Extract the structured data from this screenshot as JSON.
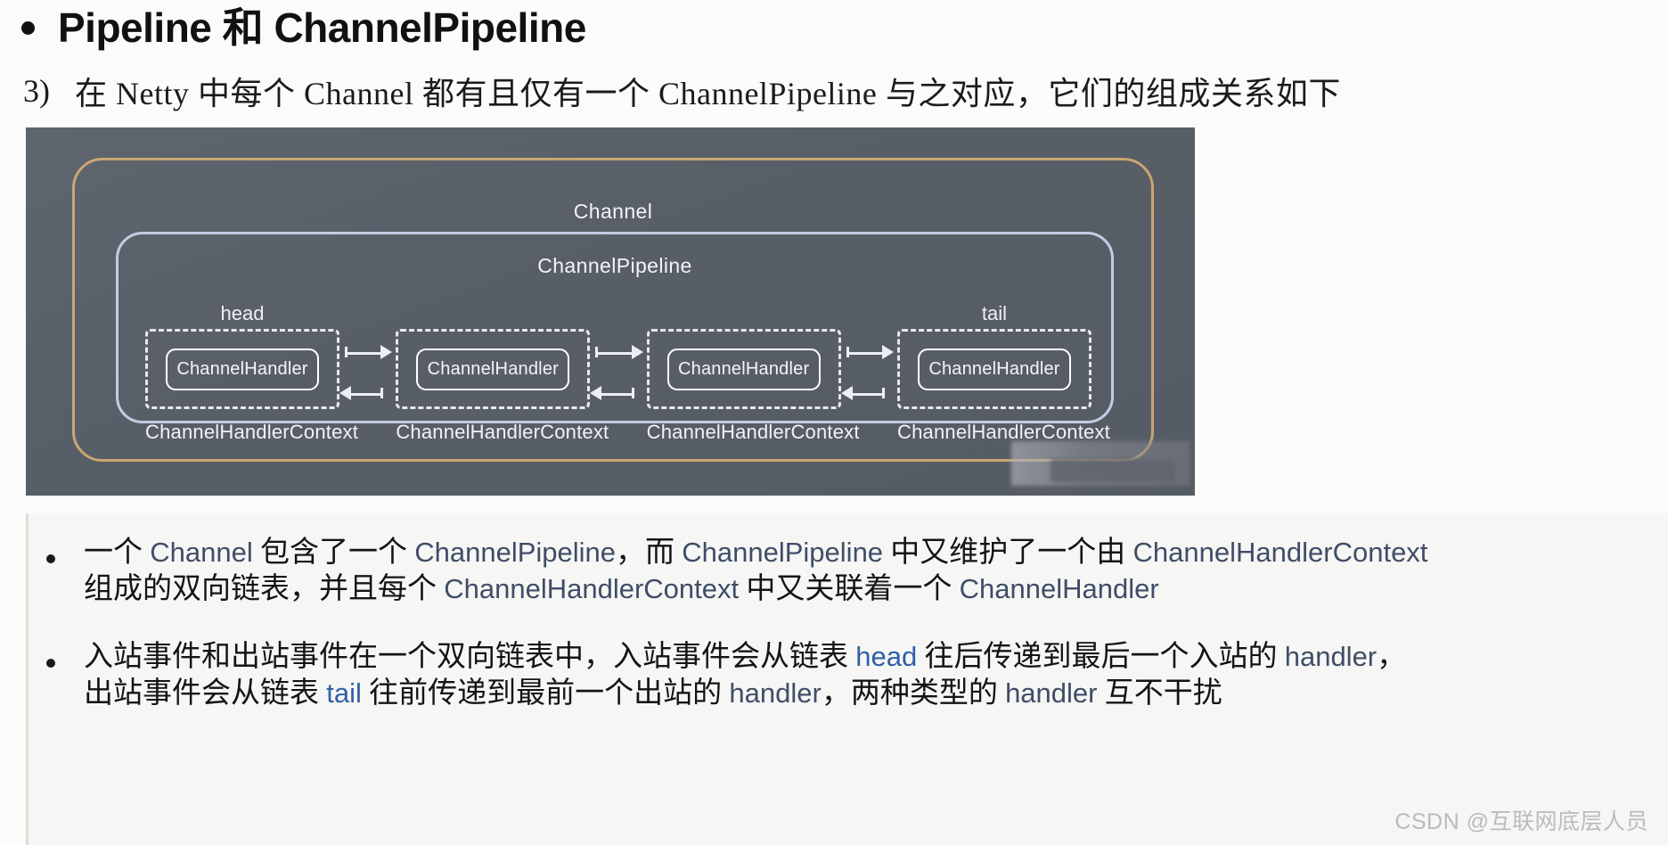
{
  "heading": {
    "bullet": "•",
    "text": "Pipeline 和 ChannelPipeline"
  },
  "intro": {
    "number": "3)",
    "text": "在 Netty 中每个 Channel 都有且仅有一个 ChannelPipeline 与之对应，它们的组成关系如下"
  },
  "diagram": {
    "channel_label": "Channel",
    "pipeline_label": "ChannelPipeline",
    "head_label": "head",
    "tail_label": "tail",
    "handler_label": "ChannelHandler",
    "context_label": "ChannelHandlerContext",
    "nodes": [
      {
        "cap": "head",
        "handler": "ChannelHandler",
        "context": "ChannelHandlerContext"
      },
      {
        "cap": "",
        "handler": "ChannelHandler",
        "context": "ChannelHandlerContext"
      },
      {
        "cap": "",
        "handler": "ChannelHandler",
        "context": "ChannelHandlerContext"
      },
      {
        "cap": "tail",
        "handler": "ChannelHandler",
        "context": "ChannelHandlerContext"
      }
    ],
    "colors": {
      "background": "#5b616a",
      "channel_border": "#c9a673",
      "pipeline_border": "#c6cbe4",
      "text": "#f2f3f6",
      "arrow": "#eceef3"
    }
  },
  "notes": {
    "bullet": "•",
    "items": [
      {
        "line1": {
          "a": "一个 ",
          "b": "Channel",
          "c": " 包含了一个 ",
          "d": "ChannelPipeline",
          "e": "，而 ",
          "f": "ChannelPipeline",
          "g": " 中又维护了一个由 ",
          "h": "ChannelHandlerContext"
        },
        "line2": {
          "a": "组成的双向链表，并且每个 ",
          "b": "ChannelHandlerContext",
          "c": " 中又关联着一个 ",
          "d": "ChannelHandler"
        }
      },
      {
        "line1": {
          "a": "入站事件和出站事件在一个双向链表中，入站事件会从链表 ",
          "b": "head",
          "c": " 往后传递到最后一个入站的 ",
          "d": "handler",
          "e": "，"
        },
        "line2": {
          "a": "出站事件会从链表 ",
          "b": "tail",
          "c": " 往前传递到最前一个出站的 ",
          "d": "handler",
          "e": "，两种类型的 ",
          "f": "handler",
          "g": " 互不干扰"
        }
      }
    ]
  },
  "watermark": "CSDN @互联网底层人员"
}
